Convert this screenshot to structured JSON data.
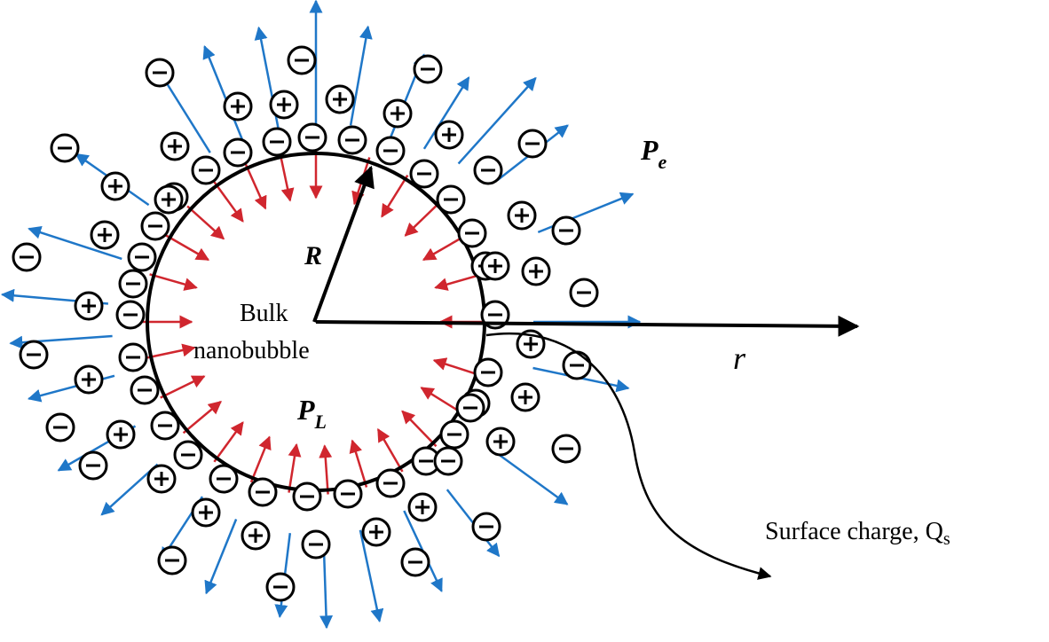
{
  "figure": {
    "center_label_line1": "Bulk",
    "center_label_line2": "nanobubble",
    "radius_label": "R",
    "axis_label": "r",
    "inner_pressure_label": "P",
    "inner_pressure_subscript": "L",
    "outer_pressure_label": "P",
    "outer_pressure_subscript": "e",
    "surface_charge_label": "Surface charge, Q",
    "surface_charge_subscript": "s"
  },
  "ions": {
    "negative_symbol": "−",
    "positive_symbol": "+"
  },
  "colors": {
    "inward_arrow": "#d0262e",
    "outward_arrow": "#1f77c8",
    "outline": "#000000"
  }
}
